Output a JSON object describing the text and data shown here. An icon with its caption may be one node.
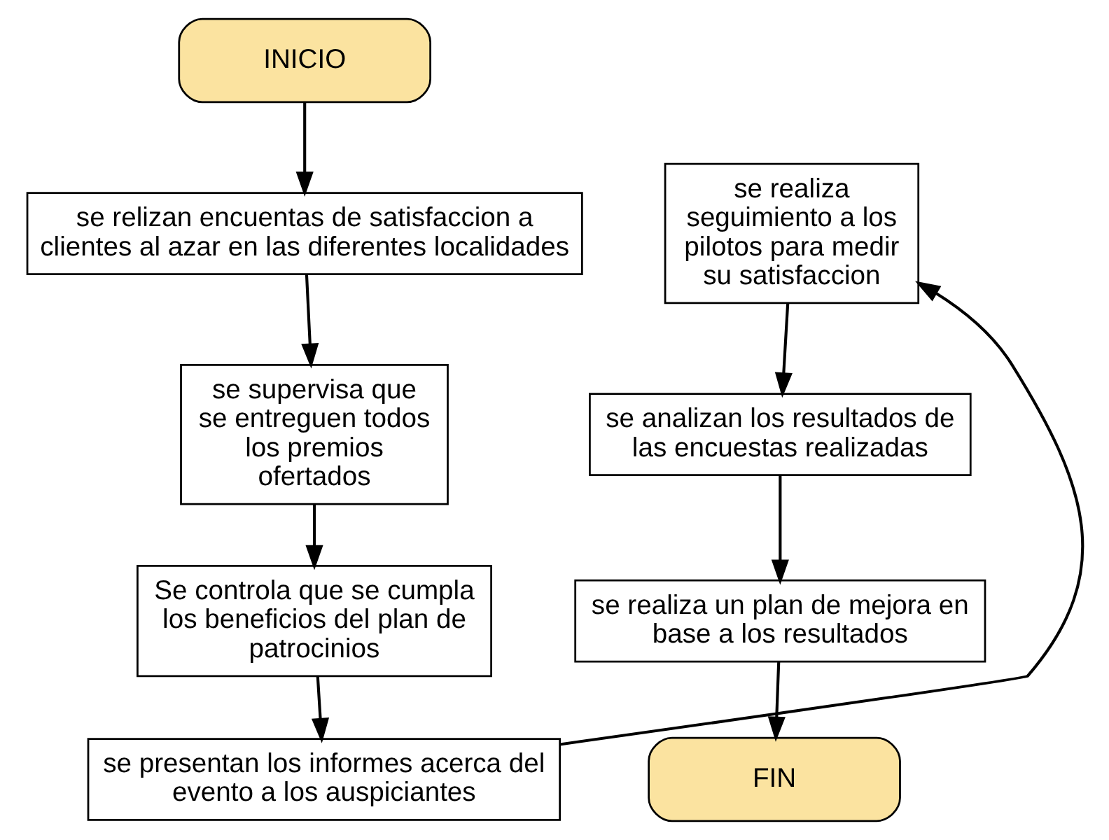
{
  "diagram": {
    "nodes": [
      {
        "text": [
          "INICIO"
        ]
      },
      {
        "text": [
          "se relizan encuentas de satisfaccion a clientes al azar en las diferentes localidades"
        ]
      },
      {
        "text": [
          "se supervisa que se entreguen todos los premios ofertados"
        ]
      },
      {
        "text": [
          "Se controla que se cumpla los beneficios del plan de patrocinios"
        ]
      },
      {
        "text": [
          "se presentan los informes acerca del evento a los auspiciantes"
        ]
      },
      {
        "text": [
          "se realiza seguimiento a los pilotos para medir su satisfaccion"
        ]
      },
      {
        "text": [
          "se analizan los resultados de las encuestas realizadas"
        ]
      },
      {
        "text": [
          "se realiza un plan de mejora en base a los resultados"
        ]
      },
      {
        "text": [
          "FIN"
        ]
      }
    ],
    "edges": [
      {
        "from": 0,
        "to": 1,
        "arrow": "to"
      },
      {
        "from": 1,
        "to": 2,
        "arrow": "to"
      },
      {
        "from": 2,
        "to": 3,
        "arrow": "to"
      },
      {
        "from": 3,
        "to": 4,
        "arrow": "to"
      },
      {
        "from": 4,
        "to": 5,
        "arrow": "to"
      },
      {
        "from": 5,
        "to": 6,
        "arrow": "to"
      },
      {
        "from": 6,
        "to": 7,
        "arrow": "to"
      },
      {
        "from": 7,
        "to": 8,
        "arrow": "to"
      }
    ]
  }
}
